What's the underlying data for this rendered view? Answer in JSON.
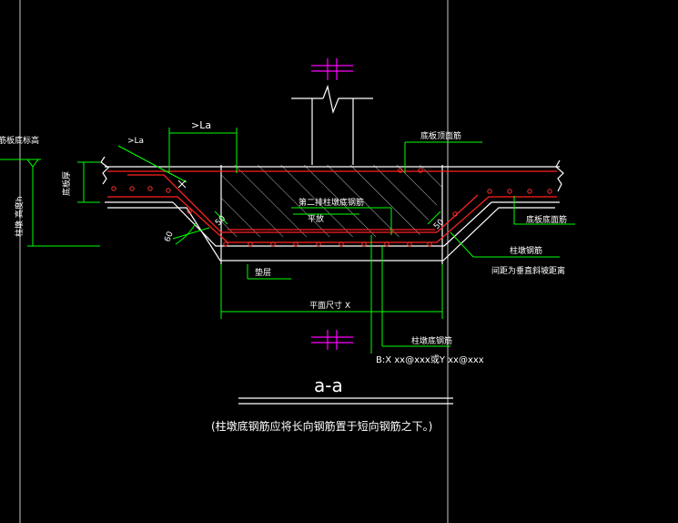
{
  "drawing": {
    "title": "a-a",
    "note": "(柱墩底钢筋应将长向钢筋置于短向钢筋之下。)",
    "labels": {
      "la_top": ">La",
      "la_left": ">La",
      "slab_bottom_elev": "板底标高",
      "slab_bottom_elev_prefix": "筋板底标高",
      "pier_depth": "柱墩 高度h",
      "slab_thickness": "底板厚",
      "slab_top_bars": "底板顶面筋",
      "second_layer_bars": "第二排柱墩底钢筋",
      "level": "平放",
      "slab_bottom_bars": "底板底面筋",
      "pier_bottom_bars_right": "柱墩钢筋",
      "spacing_note": "间距为垂直斜坡距离",
      "cushion": "垫层",
      "plan_size": "平面尺寸 X",
      "pier_bottom_bars": "柱墩底钢筋",
      "bar_spec": "B:X   xx@xxx或Y   xx@xxx",
      "angle": "60",
      "dim_50_left": "50",
      "dim_50_right": "50",
      "cover_left": "50",
      "cover_right": "50"
    },
    "colors": {
      "background": "#000000",
      "outline": "#ffffff",
      "rebar": "#ff2020",
      "dimension": "#00ff00",
      "column_mark": "#ff00ff",
      "text": "#ffffff",
      "grid": "#c8c8c8"
    }
  }
}
